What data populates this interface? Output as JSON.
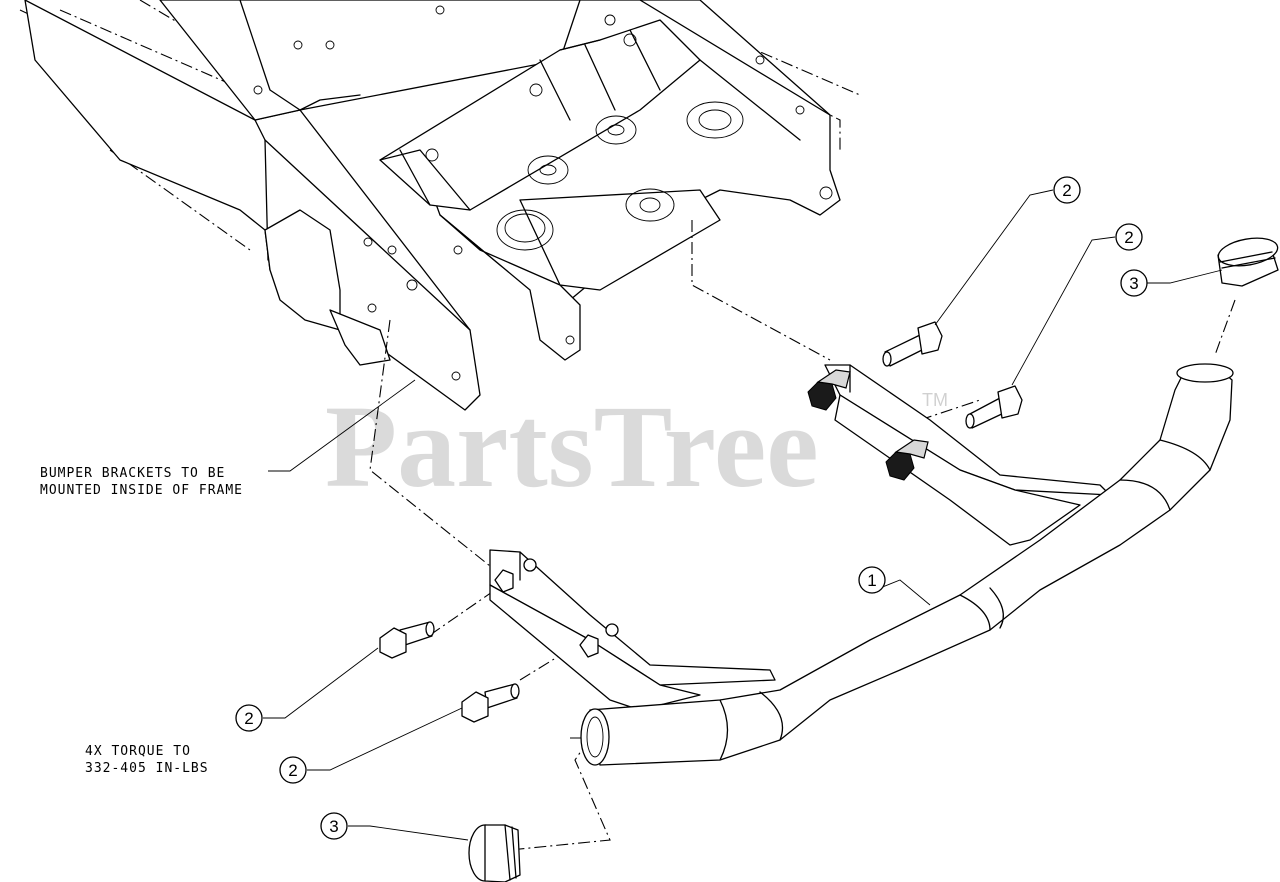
{
  "watermark": {
    "brand": "PartsTree",
    "tm": "TM"
  },
  "notes": {
    "bumper_brackets_line1": "BUMPER BRACKETS TO BE",
    "bumper_brackets_line2": "MOUNTED INSIDE OF FRAME",
    "torque_line1": "4X TORQUE TO",
    "torque_line2": "332-405 IN-LBS"
  },
  "callouts": [
    {
      "id": "c1",
      "label": "1"
    },
    {
      "id": "c2a",
      "label": "2"
    },
    {
      "id": "c2b",
      "label": "2"
    },
    {
      "id": "c2c",
      "label": "2"
    },
    {
      "id": "c2d",
      "label": "2"
    },
    {
      "id": "c3a",
      "label": "3"
    },
    {
      "id": "c3b",
      "label": "3"
    }
  ]
}
